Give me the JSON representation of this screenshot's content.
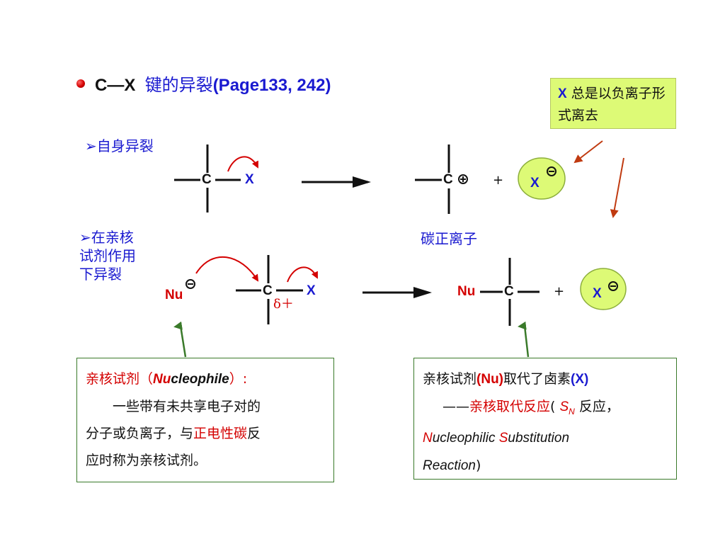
{
  "title": {
    "bond": "C—X",
    "cjk": "键的异裂",
    "page_ref": "(Page133, 242)"
  },
  "tip_box": {
    "x": "X",
    "text": " 总是以负离子形式离去"
  },
  "section1": {
    "label": "自身异裂"
  },
  "section2": {
    "label_lines": [
      "在亲核",
      "试剂作用",
      "下异裂"
    ]
  },
  "reaction1": {
    "reactant_c": "C",
    "reactant_x": "X",
    "product_c": "C",
    "plus": "+",
    "anion": "X",
    "caption": "碳正离子"
  },
  "reaction2": {
    "nucleophile": "Nu",
    "reactant_c": "C",
    "delta": "δ＋",
    "reactant_x": "X",
    "product_nu": "Nu",
    "product_c": "C",
    "plus": "+",
    "anion": "X"
  },
  "box_left": {
    "head_red": "亲核试剂（",
    "nu": "Nu",
    "cleophile": "cleophile",
    "close": "）:",
    "line2": "一些带有未共享电子对的",
    "line3_a": "分子或负离子，与",
    "line3_red": "正电性碳",
    "line3_b": "反",
    "line4": "应时称为亲核试剂。"
  },
  "box_right": {
    "line1_a": "亲核试剂",
    "line1_nu": "(Nu)",
    "line1_b": "取代了卤素",
    "line1_x": "(X)",
    "dash": "——",
    "line2_red": "亲核取代反应",
    "line2_paren": "( ",
    "s": "S",
    "n": "N",
    "line2_end": " 反应，",
    "n2": "N",
    "ucleophilic": "ucleophilic ",
    "s2": "S",
    "ubstitution": "ubstitution",
    "reaction": "Reaction",
    "close": ")"
  },
  "colors": {
    "blue": "#1a1ad0",
    "red": "#d40000",
    "green_fill": "#ddfa76",
    "dark_green": "#3a7a2a",
    "brown": "#c03a10"
  }
}
